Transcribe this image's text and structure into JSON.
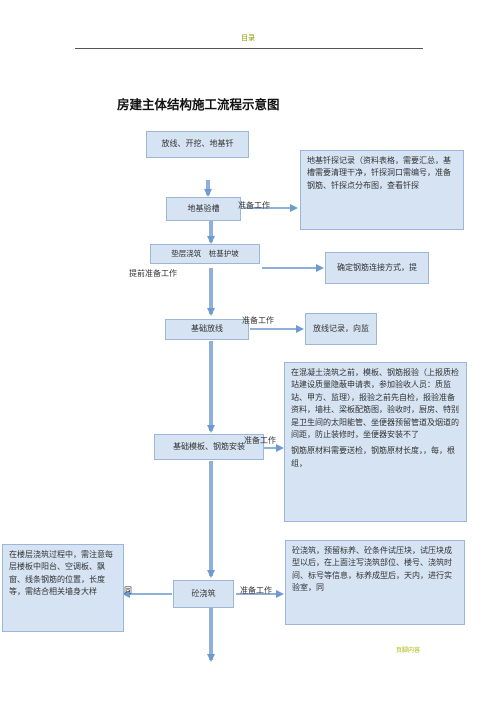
{
  "header": {
    "text": "目录"
  },
  "title": "房建主体结构施工流程示意图",
  "steps": {
    "s1": "放线、开挖、地基钎",
    "s2": "地基验槽",
    "s3": "垫层浇筑　桩基护坡",
    "s4": "基础放线",
    "s5": "基础模板、钢筋安装",
    "s6": "砼浇筑"
  },
  "prep_labels": {
    "p1": "准备工作",
    "p2": "提前准备工作",
    "p3": "准备工作",
    "p4": "准备工作",
    "p5": "准备工作",
    "p6": "同"
  },
  "notes": {
    "n1": "地基钎探记录（资料表格，需要汇总，基槽需要清理干净，钎探洞口需编号，准备钢筋、钎探点分布图，查看钎探",
    "n2": "确定钢筋连接方式，提",
    "n3": "放线记录，向监",
    "n4": "在混凝土浇筑之前，模板、钢筋报验（上报质检站建设质量隐蔽申请表，参加验收人员：质监站、甲方、监理），报验之前先自检，报验准备资料，墙柱、梁板配筋图，验收时，厨房、特别是卫生间的太阳能管、坐便器预留管道及烟道的间距，防止装修时，坐便器安装不了",
    "n4b": "钢筋原材料需要送检，钢筋原材长度，，每，根组，",
    "n5": "砼浇筑，预留标养、砼条件试压块，试压块成型以后，在上面注写浇筑部位、楼号、浇筑时间、标号等信息，标养成型后，天内，进行实验室，同",
    "n6": "在楼层浇筑过程中，需注意每层楼板中阳台、空调板、飘窗、线条钢筋的位置，长度等，需结合相关墙身大样"
  },
  "footer": "页脚内容"
}
